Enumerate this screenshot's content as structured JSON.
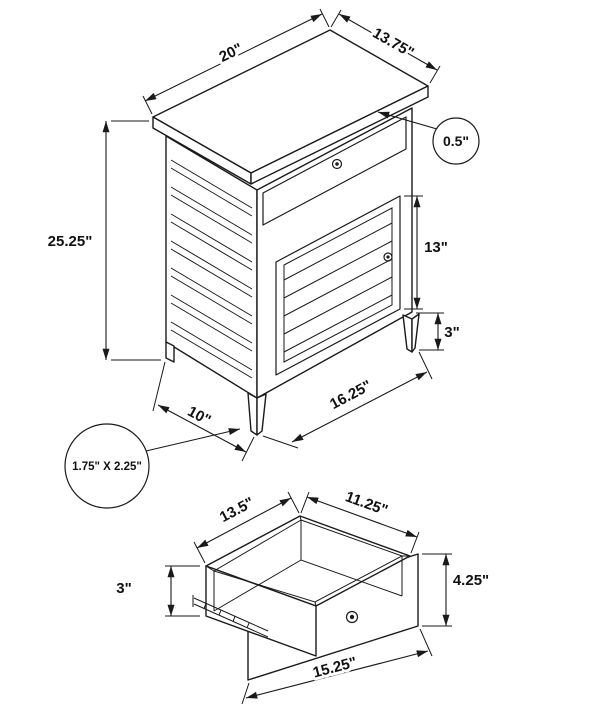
{
  "page": {
    "background": "#ffffff",
    "line_color": "#1a1a1a"
  },
  "table_view": {
    "labels": {
      "top_width": "20\"",
      "top_depth": "13.75\"",
      "top_thickness": "0.5\"",
      "overall_height": "25.25\"",
      "door_height": "13\"",
      "leg_height": "3\"",
      "base_depth": "10\"",
      "base_width": "16.25\"",
      "leg_cross_section": "1.75\" X 2.25\""
    }
  },
  "drawer_view": {
    "labels": {
      "top_depth": "13.5\"",
      "top_width": "11.25\"",
      "side_height": "3\"",
      "front_height": "4.25\"",
      "front_width": "15.25\""
    }
  }
}
